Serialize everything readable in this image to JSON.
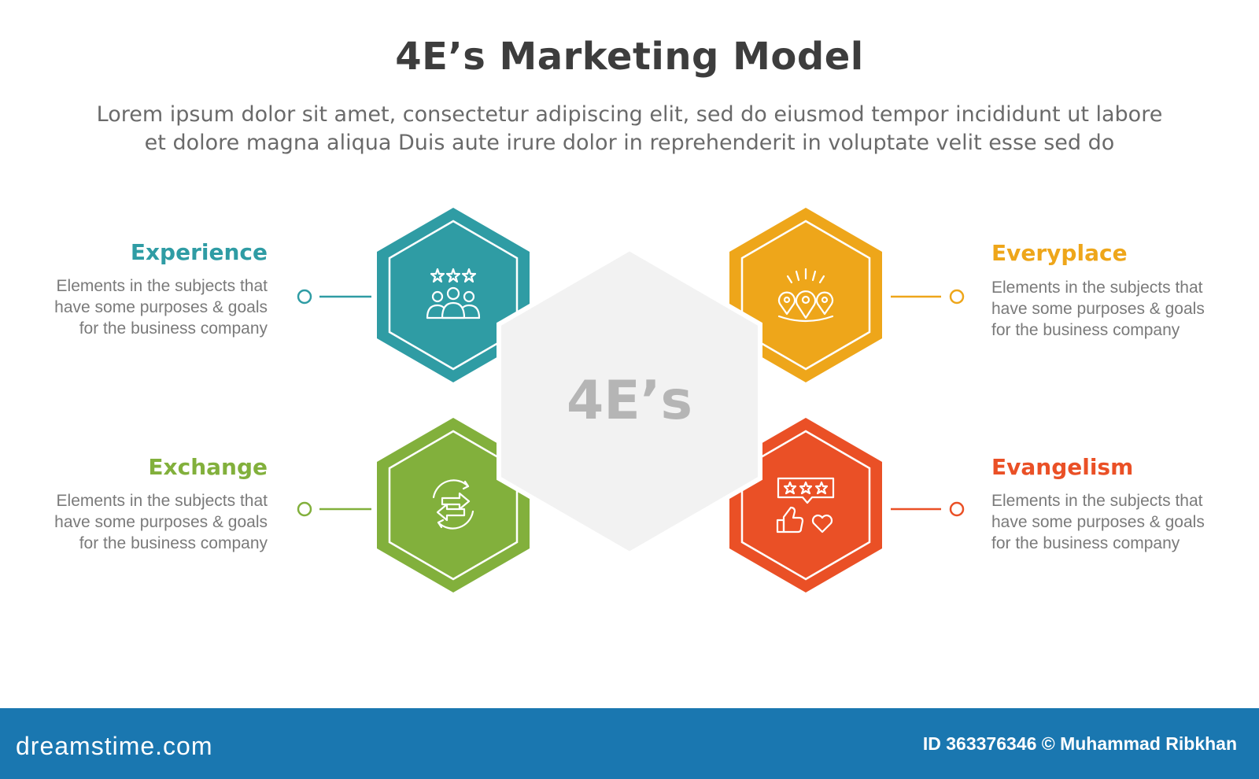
{
  "header": {
    "title": "4E’s Marketing Model",
    "subtitle_line1": "Lorem ipsum dolor sit amet, consectetur adipiscing elit, sed do eiusmod tempor incididunt ut labore",
    "subtitle_line2": "et dolore magna aliqua Duis aute irure dolor in reprehenderit in voluptate velit esse sed do"
  },
  "center": {
    "label": "4E’s",
    "color": "#f2f2f2",
    "text_color": "#b5b5b5"
  },
  "items": [
    {
      "title": "Experience",
      "color": "#2f9ca4",
      "icon": "user-group-rating-icon",
      "desc_line1": "Elements in the subjects that",
      "desc_line2": "have  some purposes & goals",
      "desc_line3": "for the  business company"
    },
    {
      "title": "Everyplace",
      "color": "#eea61a",
      "icon": "location-pins-icon",
      "desc_line1": "Elements in the subjects that",
      "desc_line2": "have  some purposes & goals",
      "desc_line3": "for the  business company"
    },
    {
      "title": "Exchange",
      "color": "#82b03c",
      "icon": "exchange-arrows-icon",
      "desc_line1": "Elements in the subjects that",
      "desc_line2": "have  some purposes & goals",
      "desc_line3": "for the  business company"
    },
    {
      "title": "Evangelism",
      "color": "#ea5026",
      "icon": "review-like-heart-icon",
      "desc_line1": "Elements in the subjects that",
      "desc_line2": "have  some purposes & goals",
      "desc_line3": "for the  business company"
    }
  ],
  "footer": {
    "brand": "dreamstime.com",
    "id_text": "ID 363376346 © Muhammad Ribkhan",
    "bg_color": "#1a77b0"
  }
}
